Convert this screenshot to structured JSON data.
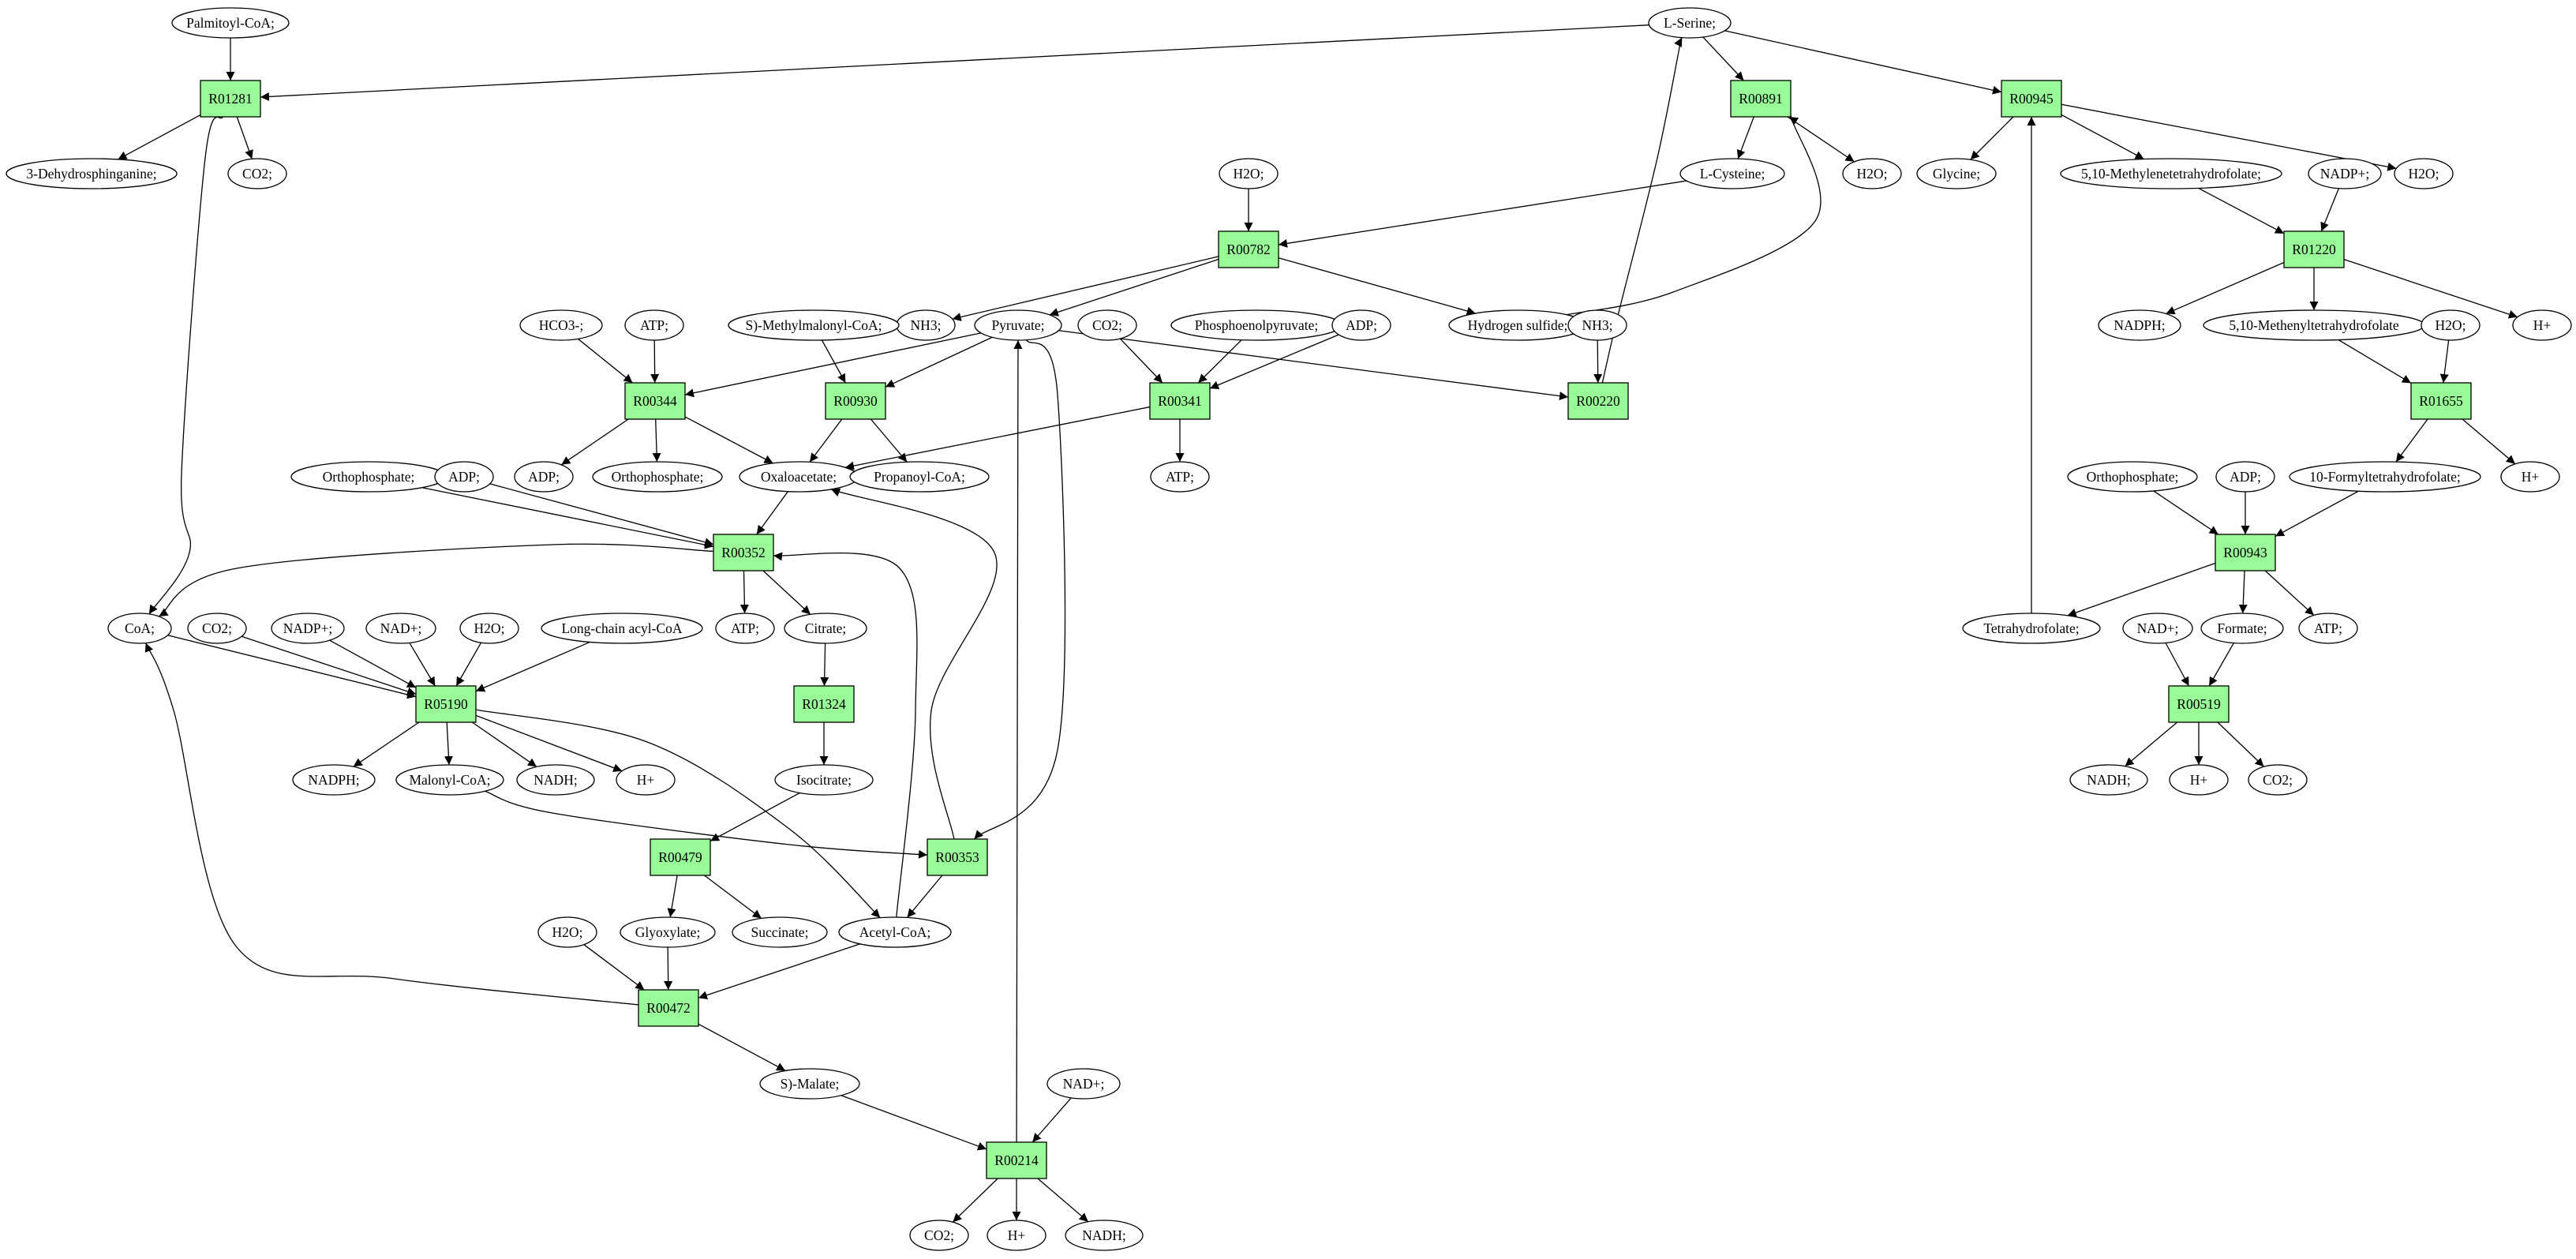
{
  "colors": {
    "reaction_fill": "#98fb98",
    "compound_fill": "#ffffff",
    "source_fill": "#00ee00",
    "target_fill": "#ffff00",
    "stroke": "#000000"
  },
  "reactions": {
    "R01281": "R01281",
    "R00891": "R00891",
    "R00945": "R00945",
    "R00782": "R00782",
    "R01220": "R01220",
    "R00344": "R00344",
    "R00930": "R00930",
    "R00341": "R00341",
    "R00220": "R00220",
    "R01655": "R01655",
    "R00352": "R00352",
    "R00943": "R00943",
    "R05190": "R05190",
    "R01324": "R01324",
    "R00519": "R00519",
    "R00479": "R00479",
    "R00353": "R00353",
    "R00472": "R00472",
    "R00214": "R00214"
  },
  "compounds": {
    "serine": "L-Serine;",
    "palmitoyl_coa": "Palmitoyl-CoA;",
    "dehydrosphinganine": "3-Dehydrosphinganine;",
    "co2_a": "CO2;",
    "l_cysteine": "L-Cysteine;",
    "h2o_a": "H2O;",
    "glycine": "Glycine;",
    "methylenethf": "5,10-Methylenetetrahydrofolate;",
    "nadp_a": "NADP+;",
    "h2o_b": "H2O;",
    "h2o_c": "H2O;",
    "nh3_a": "NH3;",
    "pyruvate": "Pyruvate;",
    "hydrogen_sulfide": "Hydrogen sulfide;",
    "nadph_a": "NADPH;",
    "methenylthf": "5,10-Methenyltetrahydrofolate",
    "hplus_a": "H+",
    "hco3": "HCO3-;",
    "atp_a": "ATP;",
    "s_methylmalonyl": "S)-Methylmalonyl-CoA;",
    "co2_b": "CO2;",
    "pep": "Phosphoenolpyruvate;",
    "adp_a": "ADP;",
    "nh3_b": "NH3;",
    "h2o_d": "H2O;",
    "adp_b": "ADP;",
    "ortho_a": "Orthophosphate;",
    "oxaloacetate": "Oxaloacetate;",
    "propanoyl": "Propanoyl-CoA;",
    "atp_b": "ATP;",
    "hplus_b": "H+",
    "ortho_b": "Orthophosphate;",
    "adp_c": "ADP;",
    "ortho_c": "Orthophosphate;",
    "adp_d": "ADP;",
    "formylthf": "10-Formyltetrahydrofolate;",
    "coa": "CoA;",
    "co2_c": "CO2;",
    "nadp_b": "NADP+;",
    "nad_a": "NAD+;",
    "h2o_e": "H2O;",
    "long_chain": "Long-chain acyl-CoA",
    "atp_c": "ATP;",
    "citrate": "Citrate;",
    "thf": "Tetrahydrofolate;",
    "nad_b": "NAD+;",
    "formate": "Formate;",
    "atp_d": "ATP;",
    "nadph_b": "NADPH;",
    "malonyl": "Malonyl-CoA;",
    "nadh_a": "NADH;",
    "hplus_c": "H+",
    "isocitrate": "Isocitrate;",
    "nadh_b": "NADH;",
    "hplus_d": "H+",
    "co2_d": "CO2;",
    "h2o_f": "H2O;",
    "glyoxylate": "Glyoxylate;",
    "succinate": "Succinate;",
    "acetyl": "Acetyl-CoA;",
    "s_malate": "S)-Malate;",
    "nad_c": "NAD+;",
    "co2_e": "CO2;",
    "hplus_e": "H+",
    "nadh_c": "NADH;"
  }
}
